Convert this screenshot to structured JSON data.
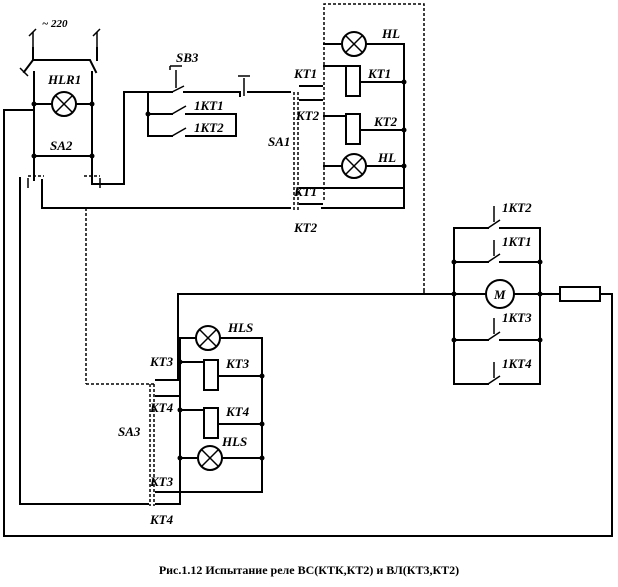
{
  "supply": {
    "voltage": "~ 220"
  },
  "labels": {
    "hlr1": "HLR1",
    "sa2": "SA2",
    "sb3": "SB3",
    "sa1": "SA1",
    "sa3": "SA3",
    "hl_top": "HL",
    "hl_bottom": "HL",
    "hls_top": "HLS",
    "hls_bottom": "HLS",
    "motor": "M",
    "kt1_a": "KT1",
    "kt1_coil": "KT1",
    "kt2_a": "KT2",
    "kt2_coil": "KT2",
    "kt1_b": "KT1",
    "kt2_b": "KT2",
    "kt3_a": "KT3",
    "kt3_coil": "KT3",
    "kt4_a": "KT4",
    "kt4_coil": "KT4",
    "kt3_b": "KT3",
    "kt4_b": "KT4",
    "c_1kt1": "1KT1",
    "c_1kt2": "1KT2",
    "m_1kt2": "1KT2",
    "m_1kt1": "1KT1",
    "m_1kt3": "1KT3",
    "m_1kt4": "1KT4"
  },
  "caption": "Рис.1.12 Испытание реле ВС(КТК,КТ2) и ВЛ(КТ3,КТ2)"
}
